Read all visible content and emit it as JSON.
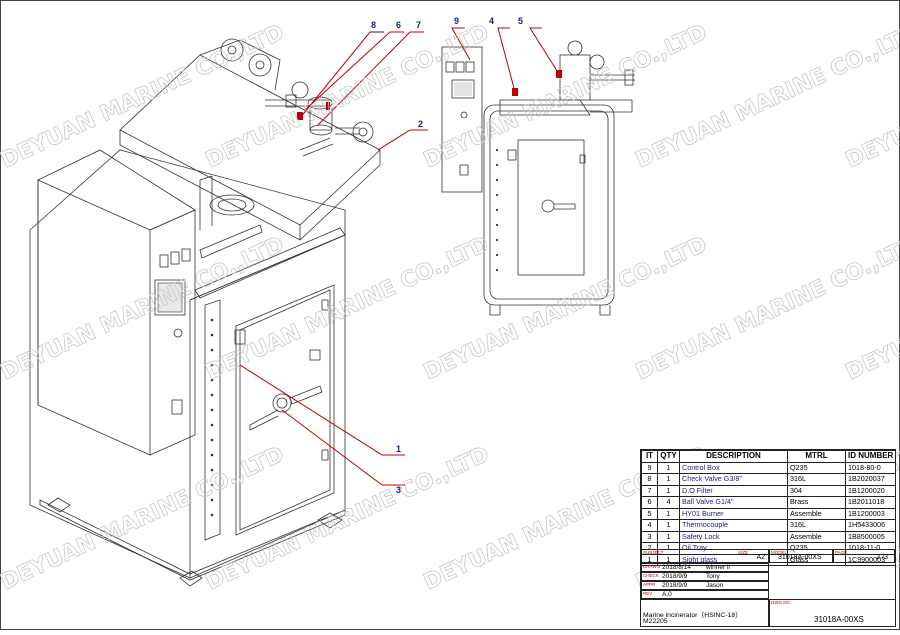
{
  "drawing": {
    "watermark": "DEYUAN MARINE CO.,LTD",
    "callouts": [
      "1",
      "2",
      "3",
      "4",
      "5",
      "6",
      "7",
      "8",
      "9"
    ]
  },
  "bom": {
    "headers": [
      "IT",
      "QTY",
      "DESCRIPTION",
      "MTRL",
      "ID NUMBER"
    ],
    "rows": [
      {
        "it": "9",
        "qty": "1",
        "desc": "Control Box",
        "mtrl": "Q235",
        "id": "1018-80-0"
      },
      {
        "it": "8",
        "qty": "1",
        "desc": "Check Valve G3/8\"",
        "mtrl": "316L",
        "id": "1B2020037"
      },
      {
        "it": "7",
        "qty": "1",
        "desc": "D.O Filter",
        "mtrl": "304",
        "id": "1B1200020"
      },
      {
        "it": "6",
        "qty": "4",
        "desc": "Ball Valve G1/4\"",
        "mtrl": "Brass",
        "id": "1B2011018"
      },
      {
        "it": "5",
        "qty": "1",
        "desc": "HY01 Burner",
        "mtrl": "Assemble",
        "id": "1B1200003"
      },
      {
        "it": "4",
        "qty": "1",
        "desc": "Thermocouple",
        "mtrl": "316L",
        "id": "1H5433006"
      },
      {
        "it": "3",
        "qty": "1",
        "desc": "Safety Lock",
        "mtrl": "Assemble",
        "id": "1B8500005"
      },
      {
        "it": "2",
        "qty": "1",
        "desc": "Oil Tray",
        "mtrl": "Q235",
        "id": "1018-11-0"
      },
      {
        "it": "1",
        "qty": "1",
        "desc": "Sight glass",
        "mtrl": "Glass",
        "id": "1C9900003"
      }
    ]
  },
  "title_block": {
    "subject_label": "SUBJECT",
    "size_label": "SIZE",
    "size": "A2",
    "model_label": "MODEL",
    "model": "31018A-00XS",
    "page_label": "PAGE",
    "page": "2 /3",
    "drawn_label": "DRAWN",
    "drawn_date": "2018/8/14",
    "drawn_by": "winner li",
    "check_label": "CHECK",
    "check_date": "2018/9/9",
    "check_by": "Tony",
    "appr_label": "APPR",
    "appr_date": "2018/9/9",
    "appr_by": "Jason",
    "rev_label": "REV",
    "rev": "A.0",
    "title_line1": "Marine incinerator（HSINC-18）",
    "title_line2": "M22205",
    "dwg_label": "DWG NO",
    "dwg_no": "31018A-00XS"
  },
  "colors": {
    "accent_blue": "#1a1a80",
    "leader_red": "#c00000",
    "line": "#333333",
    "watermark": "#c7c7c7"
  }
}
